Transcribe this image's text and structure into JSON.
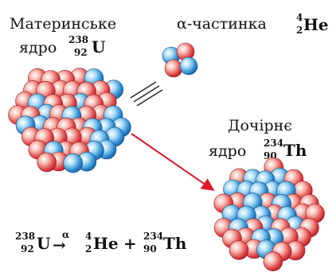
{
  "parent": {
    "label_line1": "Материнське",
    "label_line2": "ядро",
    "mass": "238",
    "charge": "92",
    "symbol": "U"
  },
  "alpha": {
    "label": "α-частинка",
    "mass": "4",
    "charge": "2",
    "symbol": "He"
  },
  "daughter": {
    "label_line1": "Дочірнє",
    "label_line2": "ядро",
    "mass": "234",
    "charge": "90",
    "symbol": "Th"
  },
  "equation": {
    "u_mass": "238",
    "u_charge": "92",
    "u_symbol": "U",
    "arrow_label": "α",
    "arrow": "→",
    "he_mass": "4",
    "he_charge": "2",
    "he_symbol": "He",
    "plus": "+",
    "th_mass": "234",
    "th_charge": "90",
    "th_symbol": "Th"
  },
  "colors": {
    "proton": "#e23b3b",
    "neutron": "#2f8fd6",
    "arrow": "#e0162b"
  }
}
